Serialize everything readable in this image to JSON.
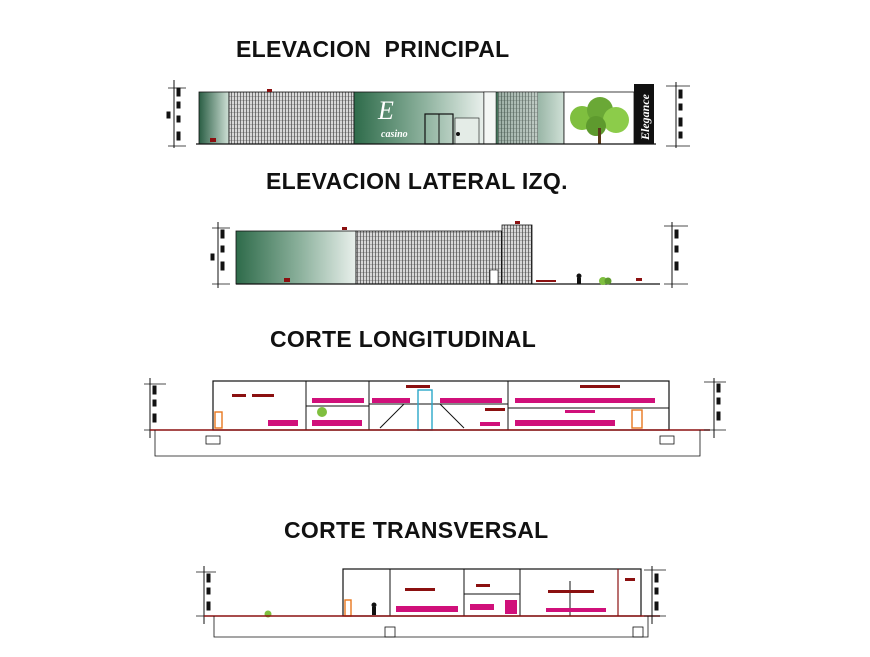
{
  "drawings": {
    "principal": {
      "title": "ELEVACION  PRINCIPAL",
      "sign_letter": "E",
      "sign_word": "casino",
      "tower_sign": "Elegance"
    },
    "lateral": {
      "title": "ELEVACION LATERAL IZQ."
    },
    "longitudinal": {
      "title": "CORTE LONGITUDINAL"
    },
    "transversal": {
      "title": "CORTE TRANSVERSAL"
    }
  },
  "colors": {
    "ink": "#111111",
    "glass_green": "#2e6b4a",
    "mesh": "#1a1a1a",
    "furniture_magenta": "#d0107a",
    "dark_red": "#8b1010",
    "door_orange": "#e8781e",
    "stair_cyan": "#2aa7c9",
    "tree_green": "#7fbf3f"
  }
}
